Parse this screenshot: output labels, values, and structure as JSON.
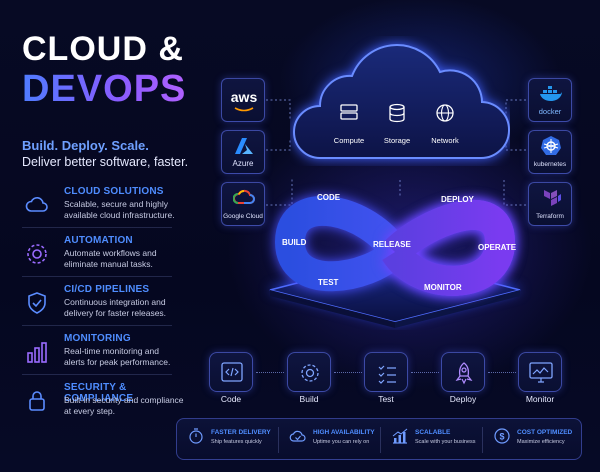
{
  "header": {
    "title_line1": "CLOUD &",
    "title_line2": "DEVOPS",
    "tagline": "Build. Deploy. Scale.",
    "subtitle": "Deliver better software, faster."
  },
  "features": [
    {
      "title": "CLOUD SOLUTIONS",
      "desc_line1": "Scalable, secure and highly",
      "desc_line2": "available cloud infrastructure.",
      "icon": "cloud-icon"
    },
    {
      "title": "AUTOMATION",
      "desc_line1": "Automate workflows and",
      "desc_line2": "eliminate manual tasks.",
      "icon": "gear-icon"
    },
    {
      "title": "CI/CD PIPELINES",
      "desc_line1": "Continuous integration and",
      "desc_line2": "delivery for faster releases.",
      "icon": "shield-icon"
    },
    {
      "title": "MONITORING",
      "desc_line1": "Real-time monitoring and",
      "desc_line2": "alerts for peak performance.",
      "icon": "bar-chart-icon"
    },
    {
      "title": "SECURITY & COMPLIANCE",
      "desc_line1": "Built-in security and compliance",
      "desc_line2": "at every step.",
      "icon": "lock-icon"
    }
  ],
  "providers_left": [
    {
      "label": "aws",
      "caption": "",
      "icon": "aws-logo"
    },
    {
      "label": "Azure",
      "caption": "Azure",
      "icon": "azure-logo"
    },
    {
      "label": "Google Cloud",
      "caption": "Google Cloud",
      "icon": "google-cloud-logo"
    }
  ],
  "providers_right": [
    {
      "caption": "docker",
      "icon": "docker-logo"
    },
    {
      "caption": "kubernetes",
      "icon": "kubernetes-logo"
    },
    {
      "caption": "Terraform",
      "icon": "terraform-logo"
    }
  ],
  "cloud_services": [
    {
      "label": "Compute",
      "icon": "server-icon"
    },
    {
      "label": "Storage",
      "icon": "database-icon"
    },
    {
      "label": "Network",
      "icon": "globe-icon"
    }
  ],
  "devops_loop": {
    "left": [
      "CODE",
      "BUILD",
      "TEST"
    ],
    "center": "RELEASE",
    "right": [
      "DEPLOY",
      "OPERATE",
      "MONITOR"
    ]
  },
  "pipeline": [
    {
      "label": "Code",
      "icon": "code-icon"
    },
    {
      "label": "Build",
      "icon": "gear-icon"
    },
    {
      "label": "Test",
      "icon": "checklist-icon"
    },
    {
      "label": "Deploy",
      "icon": "rocket-icon"
    },
    {
      "label": "Monitor",
      "icon": "monitor-chart-icon"
    }
  ],
  "benefits": [
    {
      "title": "FASTER DELIVERY",
      "desc": "Ship features quickly",
      "icon": "stopwatch-icon"
    },
    {
      "title": "HIGH AVAILABILITY",
      "desc": "Uptime you can rely on",
      "icon": "cloud-check-icon"
    },
    {
      "title": "SCALABLE",
      "desc": "Scale with your business",
      "icon": "growth-chart-icon"
    },
    {
      "title": "COST OPTIMIZED",
      "desc": "Maximize efficiency",
      "icon": "dollar-icon"
    }
  ],
  "colors": {
    "accent_blue": "#4f8dff",
    "accent_purple": "#8a5bff",
    "background": "#06081f"
  }
}
